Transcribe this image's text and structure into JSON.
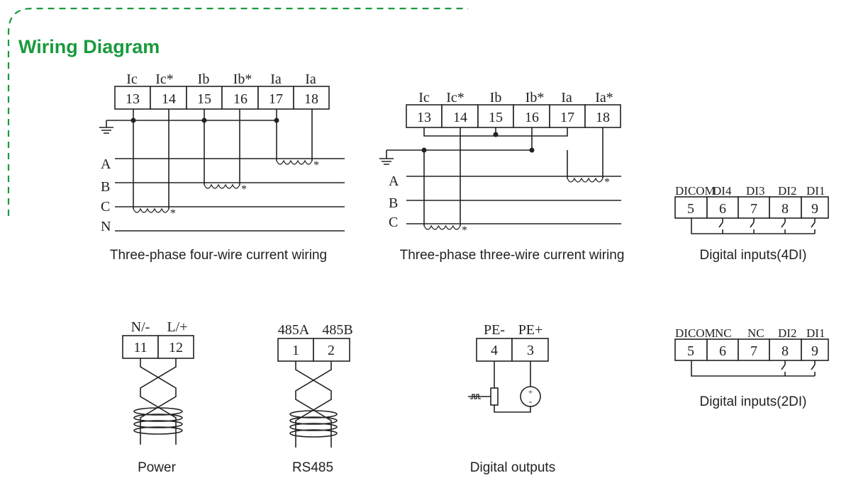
{
  "title": "Wiring Diagram",
  "four_wire": {
    "headers": [
      "Ic",
      "Ic*",
      "Ib",
      "Ib*",
      "Ia",
      "Ia"
    ],
    "terminals": [
      "13",
      "14",
      "15",
      "16",
      "17",
      "18"
    ],
    "phases": [
      "A",
      "B",
      "C",
      "N"
    ],
    "caption": "Three-phase four-wire current wiring"
  },
  "three_wire": {
    "headers": [
      "Ic",
      "Ic*",
      "Ib",
      "Ib*",
      "Ia",
      "Ia*"
    ],
    "terminals": [
      "13",
      "14",
      "15",
      "16",
      "17",
      "18"
    ],
    "phases": [
      "A",
      "B",
      "C"
    ],
    "caption": "Three-phase three-wire current wiring"
  },
  "di4": {
    "headers": [
      "DICOM",
      "DI4",
      "DI3",
      "DI2",
      "DI1"
    ],
    "terminals": [
      "5",
      "6",
      "7",
      "8",
      "9"
    ],
    "caption": "Digital inputs(4DI)"
  },
  "di2": {
    "headers": [
      "DICOM",
      "NC",
      "NC",
      "DI2",
      "DI1"
    ],
    "terminals": [
      "5",
      "6",
      "7",
      "8",
      "9"
    ],
    "caption": "Digital inputs(2DI)"
  },
  "power": {
    "headers": [
      "N/-",
      "L/+"
    ],
    "terminals": [
      "11",
      "12"
    ],
    "caption": "Power"
  },
  "rs485": {
    "headers": [
      "485A",
      "485B"
    ],
    "terminals": [
      "1",
      "2"
    ],
    "caption": "RS485"
  },
  "dout": {
    "headers": [
      "PE-",
      "PE+"
    ],
    "terminals": [
      "4",
      "3"
    ],
    "source_plus": "+",
    "source_minus": "-",
    "caption": "Digital outputs"
  },
  "star": "*"
}
